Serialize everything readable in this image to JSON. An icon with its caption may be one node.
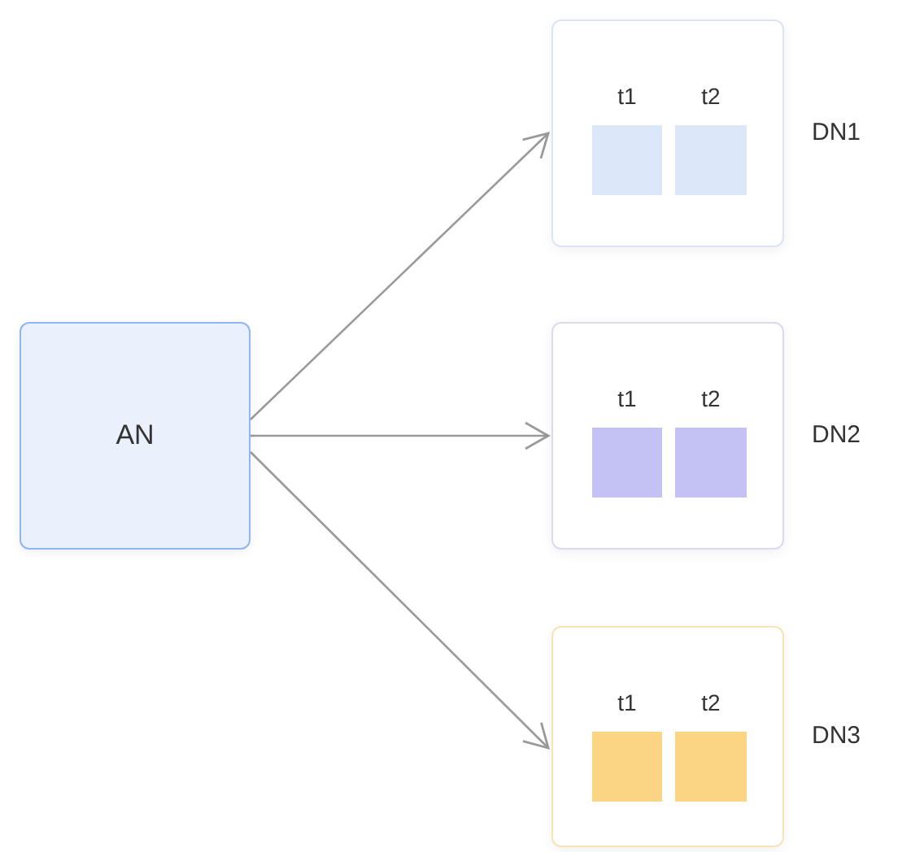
{
  "diagram": {
    "nodes": [
      {
        "text": [
          "AN"
        ]
      },
      {
        "text": [],
        "shape": "box",
        "beside": [
          "DN1"
        ]
      },
      {
        "text": [
          "t1"
        ],
        "in": 1
      },
      {
        "text": [
          "t2"
        ],
        "in": 1
      },
      {
        "text": [],
        "shape": "box",
        "beside": [
          "DN2"
        ]
      },
      {
        "text": [
          "t1"
        ],
        "in": 4
      },
      {
        "text": [
          "t2"
        ],
        "in": 4
      },
      {
        "text": [],
        "shape": "box",
        "beside": [
          "DN3"
        ]
      },
      {
        "text": [
          "t1"
        ],
        "in": 7
      },
      {
        "text": [
          "t2"
        ],
        "in": 7
      }
    ],
    "edges": [
      {
        "from": 0,
        "to": 1,
        "arrow": "to"
      },
      {
        "from": 0,
        "to": 4,
        "arrow": "to"
      },
      {
        "from": 0,
        "to": 7,
        "arrow": "to"
      }
    ]
  }
}
